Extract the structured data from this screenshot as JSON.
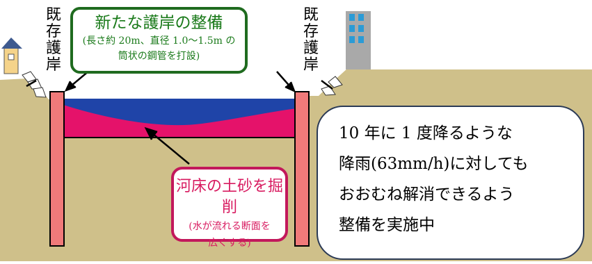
{
  "left_label": [
    "既",
    "存",
    "護",
    "岸"
  ],
  "right_label": [
    "既",
    "存",
    "護",
    "岸"
  ],
  "green_box": {
    "title": "新たな護岸の整備",
    "line1": "(長さ約 20m、直径 1.0〜1.5m の",
    "line2": "筒状の鋼管を打設)"
  },
  "pink_box": {
    "title": "河床の土砂を掘削",
    "line1": "(水が流れる断面を",
    "line2": "広くする)"
  },
  "callout": {
    "lines": [
      "10 年に 1 度降るような",
      "降雨(63mm/h)に対しても",
      "おおむね解消できるよう",
      "整備を実施中"
    ]
  },
  "colors": {
    "ground": "#cfc08a",
    "water": "#1f44a8",
    "sediment": "#e5126a",
    "pile": "#f07a7a",
    "green": "#1a7a1a",
    "pink": "#d81b60"
  }
}
